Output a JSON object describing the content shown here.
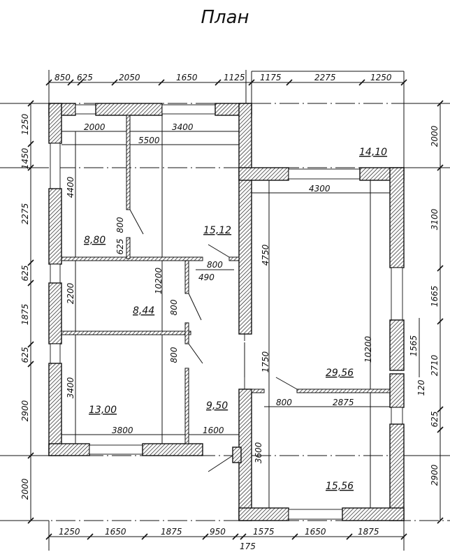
{
  "title": "План",
  "dimensions": {
    "top": [
      "850",
      "625",
      "2050",
      "1650",
      "1125",
      "1175",
      "2275",
      "1250"
    ],
    "bottom": [
      "1250",
      "1650",
      "1875",
      "950",
      "1575",
      "1650",
      "1875",
      "175"
    ],
    "left": [
      "1250",
      "1450",
      "2275",
      "625",
      "1875",
      "625",
      "2900",
      "2000"
    ],
    "right": [
      "2000",
      "3100",
      "1665",
      "2710",
      "625",
      "2900",
      "1565",
      "120"
    ]
  },
  "interior_dimensions": [
    "2000",
    "3400",
    "5500",
    "4300",
    "4400",
    "800",
    "625",
    "800",
    "490",
    "10200",
    "2200",
    "800",
    "800",
    "4750",
    "10200",
    "1750",
    "800",
    "2875",
    "3400",
    "3800",
    "1600",
    "3600"
  ],
  "rooms": [
    {
      "area": "14,10"
    },
    {
      "area": "8,80"
    },
    {
      "area": "15,12"
    },
    {
      "area": "8,44"
    },
    {
      "area": "29,56"
    },
    {
      "area": "13,00"
    },
    {
      "area": "9,50"
    },
    {
      "area": "15,56"
    }
  ]
}
